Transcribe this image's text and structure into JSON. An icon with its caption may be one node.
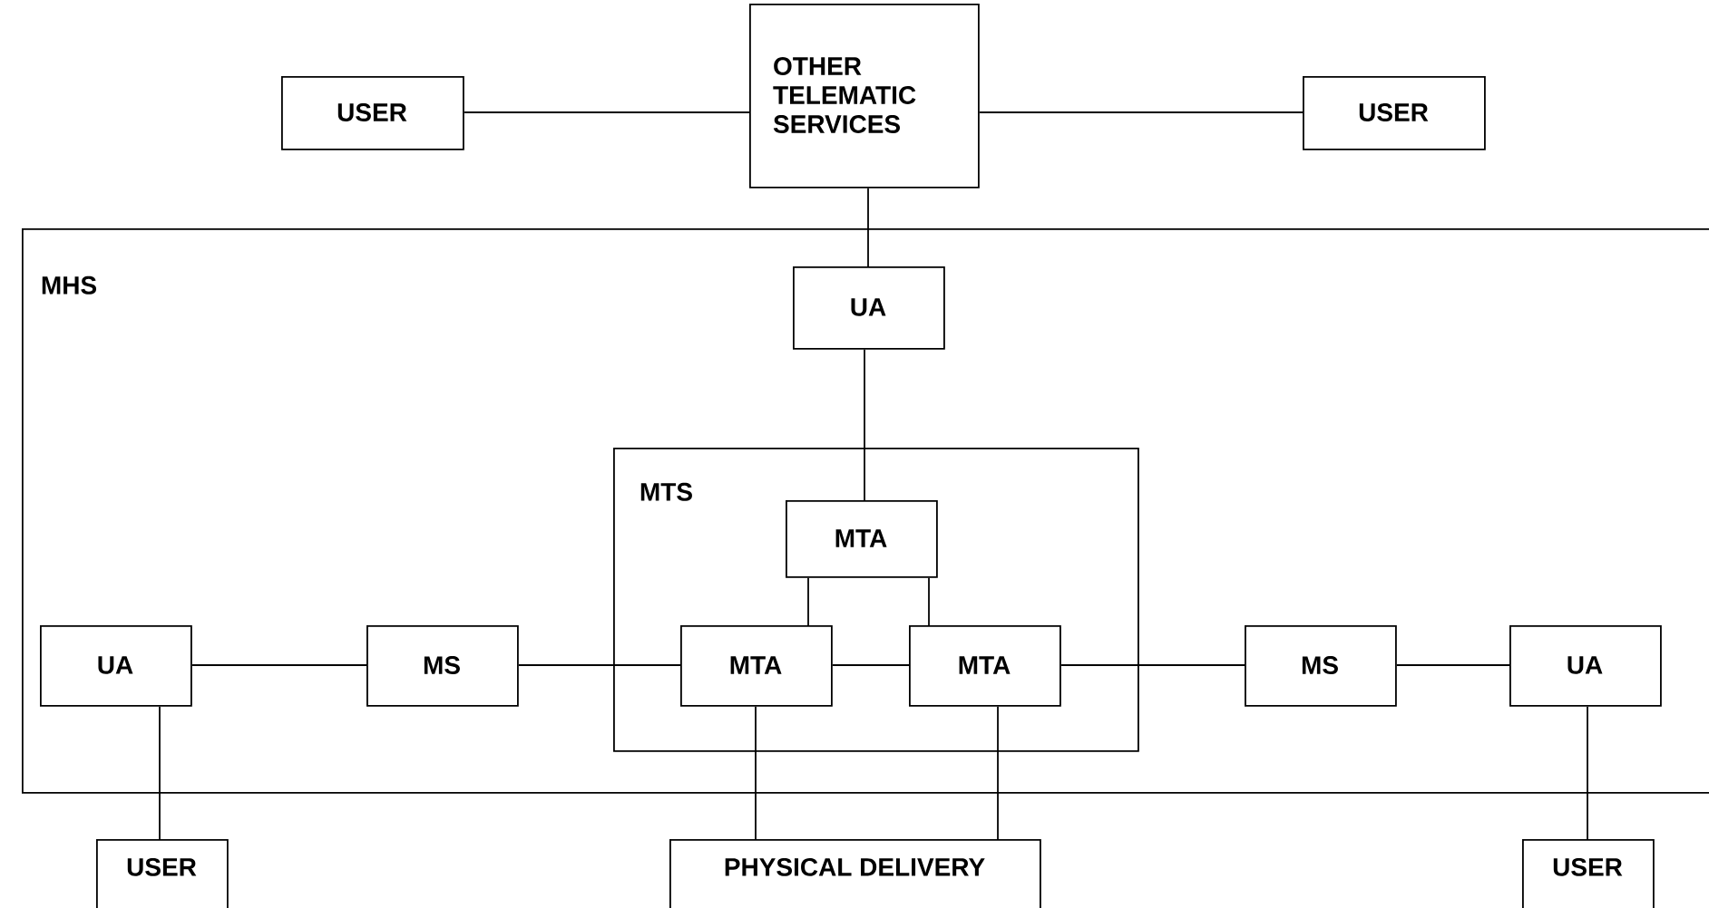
{
  "diagram": {
    "nodes": [
      {
        "text": [
          "USER"
        ]
      },
      {
        "text": [
          "OTHER TELEMATIC SERVICES"
        ]
      },
      {
        "text": [
          "USER"
        ]
      },
      {
        "text": [
          "MHS"
        ]
      },
      {
        "text": [
          "UA"
        ],
        "in": 3
      },
      {
        "text": [
          "MTS"
        ],
        "in": 3
      },
      {
        "text": [
          "MTA"
        ],
        "in": 5
      },
      {
        "text": [
          "UA"
        ],
        "in": 3
      },
      {
        "text": [
          "MS"
        ],
        "in": 3
      },
      {
        "text": [
          "MTA"
        ],
        "in": 5
      },
      {
        "text": [
          "MTA"
        ],
        "in": 5
      },
      {
        "text": [
          "MS"
        ],
        "in": 3
      },
      {
        "text": [
          "UA"
        ],
        "in": 3
      },
      {
        "text": [
          "USER"
        ]
      },
      {
        "text": [
          "PHYSICAL DELIVERY"
        ]
      },
      {
        "text": [
          "USER"
        ]
      }
    ],
    "edges": [
      {
        "from": 0,
        "to": 1,
        "arrow": "none"
      },
      {
        "from": 1,
        "to": 2,
        "arrow": "none"
      },
      {
        "from": 1,
        "to": 4,
        "arrow": "none"
      },
      {
        "from": 4,
        "to": 6,
        "arrow": "none"
      },
      {
        "from": 6,
        "to": 9,
        "arrow": "none"
      },
      {
        "from": 6,
        "to": 10,
        "arrow": "none"
      },
      {
        "from": 7,
        "to": 8,
        "arrow": "none"
      },
      {
        "from": 8,
        "to": 9,
        "arrow": "none"
      },
      {
        "from": 9,
        "to": 10,
        "arrow": "none"
      },
      {
        "from": 10,
        "to": 11,
        "arrow": "none"
      },
      {
        "from": 11,
        "to": 12,
        "arrow": "none"
      },
      {
        "from": 7,
        "to": 13,
        "arrow": "none"
      },
      {
        "from": 9,
        "to": 14,
        "arrow": "none"
      },
      {
        "from": 10,
        "to": 14,
        "arrow": "none"
      },
      {
        "from": 12,
        "to": 15,
        "arrow": "none"
      }
    ]
  }
}
